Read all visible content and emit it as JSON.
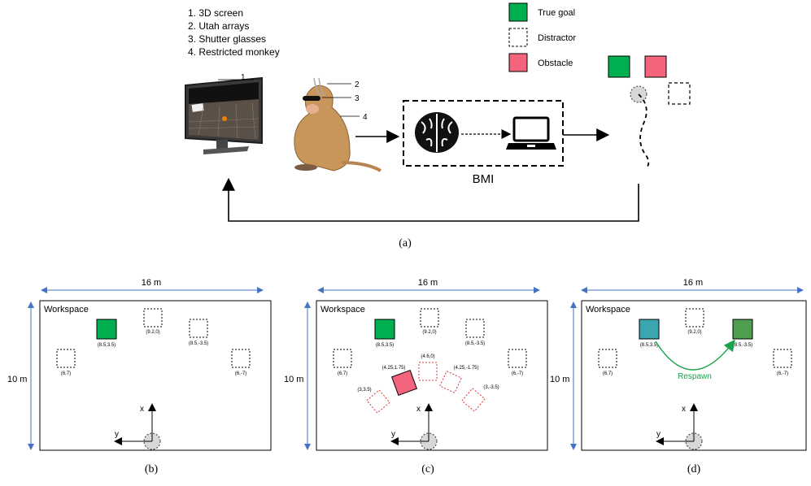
{
  "top": {
    "list": [
      "1.  3D screen",
      "2.  Utah arrays",
      "3.  Shutter glasses",
      "4.  Restricted monkey"
    ],
    "legend": {
      "true_goal": "True goal",
      "distractor": "Distractor",
      "obstacle": "Obstacle"
    },
    "callouts": [
      "1",
      "2",
      "3",
      "4"
    ],
    "bmi_label": "BMI",
    "caption": "(a)"
  },
  "panels": [
    {
      "caption": "(b)",
      "width_label": "16 m",
      "height_label": "10 m",
      "workspace": "Workspace",
      "axis_x": "x",
      "axis_y": "y",
      "targets": [
        {
          "kind": "goal",
          "label": "(8.5,3.5)"
        },
        {
          "kind": "distractor",
          "label": "(9.2,0)"
        },
        {
          "kind": "distractor",
          "label": "(8.5,-3.5)"
        },
        {
          "kind": "distractor",
          "label": "(6,7)"
        },
        {
          "kind": "distractor",
          "label": "(6,-7)"
        }
      ]
    },
    {
      "caption": "(c)",
      "width_label": "16 m",
      "height_label": "10 m",
      "workspace": "Workspace",
      "axis_x": "x",
      "axis_y": "y",
      "targets": [
        {
          "kind": "goal",
          "label": "(8.5,3.5)"
        },
        {
          "kind": "distractor",
          "label": "(9.2,0)"
        },
        {
          "kind": "distractor",
          "label": "(8.5,-3.5)"
        },
        {
          "kind": "distractor",
          "label": "(6,7)"
        },
        {
          "kind": "distractor",
          "label": "(6,-7)"
        },
        {
          "kind": "obstacle",
          "label": "(4.25,1.75)"
        },
        {
          "kind": "obstacle-outline",
          "label": "(4.6,0)"
        },
        {
          "kind": "obstacle-outline",
          "label": "(4.25,-1.75)"
        },
        {
          "kind": "obstacle-outline",
          "label": "(3,3.5)"
        },
        {
          "kind": "obstacle-outline",
          "label": "(3,-3.5)"
        }
      ]
    },
    {
      "caption": "(d)",
      "width_label": "16 m",
      "height_label": "10 m",
      "workspace": "Workspace",
      "axis_x": "x",
      "axis_y": "y",
      "respawn": "Respawn",
      "targets": [
        {
          "kind": "teal",
          "label": "(8.5,3.5)"
        },
        {
          "kind": "distractor",
          "label": "(9.2,0)"
        },
        {
          "kind": "goal-dark",
          "label": "(8.5,-3.5)"
        },
        {
          "kind": "distractor",
          "label": "(6,7)"
        },
        {
          "kind": "distractor",
          "label": "(6,-7)"
        }
      ]
    }
  ],
  "colors": {
    "goal": "#00b050",
    "goal_dark": "#4f9f4f",
    "teal": "#3aa6b0",
    "obstacle": "#f4647c",
    "dim_line": "#4472c4",
    "respawn": "#1aa34a"
  }
}
